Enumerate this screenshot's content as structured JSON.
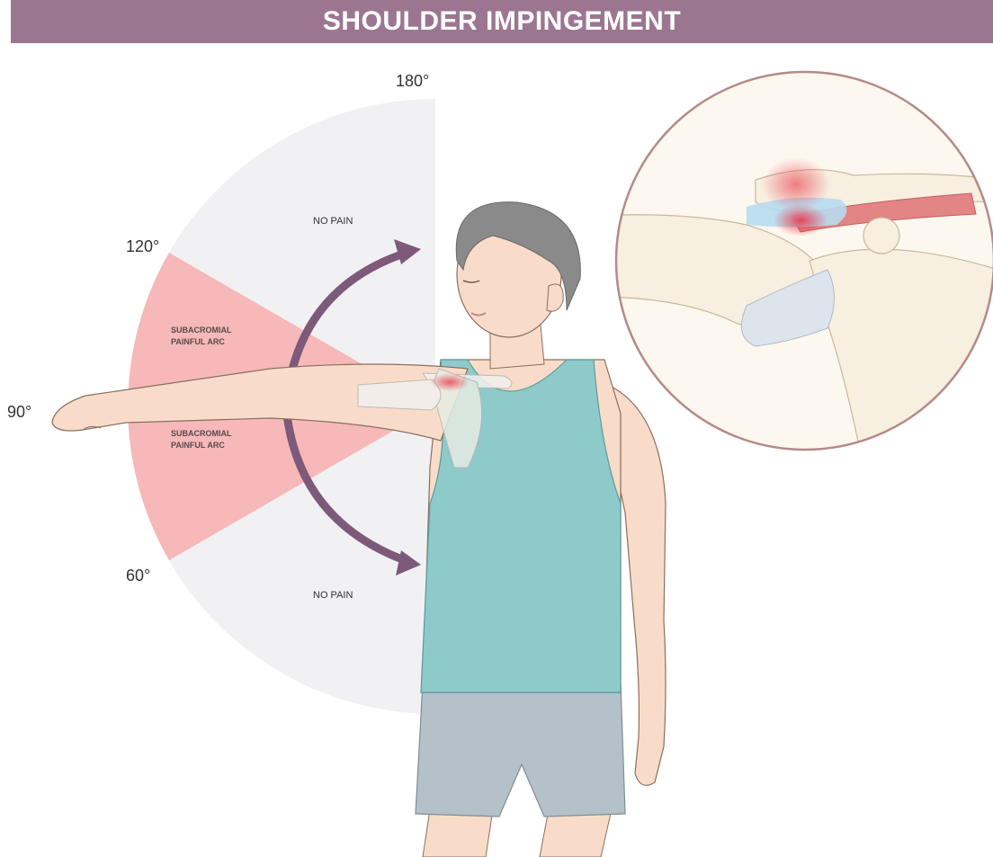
{
  "title": "SHOULDER IMPINGEMENT",
  "angles": {
    "a180": "180°",
    "a120": "120°",
    "a90": "90°",
    "a60": "60°"
  },
  "zones": {
    "upper": "NO PAIN",
    "lower": "NO PAIN",
    "arc_upper_line1": "SUBACROMIAL",
    "arc_upper_line2": "PAINFUL ARC",
    "arc_lower_line1": "SUBACROMIAL",
    "arc_lower_line2": "PAINFUL ARC"
  },
  "colors": {
    "title_bar": "#9c7691",
    "no_pain_zone": "#f1f1f4",
    "painful_arc": "#f6b8b8",
    "arrow": "#7d5a7a",
    "skin": "#f8dcc9",
    "tank_top": "#8fcaca",
    "shorts": "#b4c1c9",
    "hair": "#8a8a8a"
  }
}
